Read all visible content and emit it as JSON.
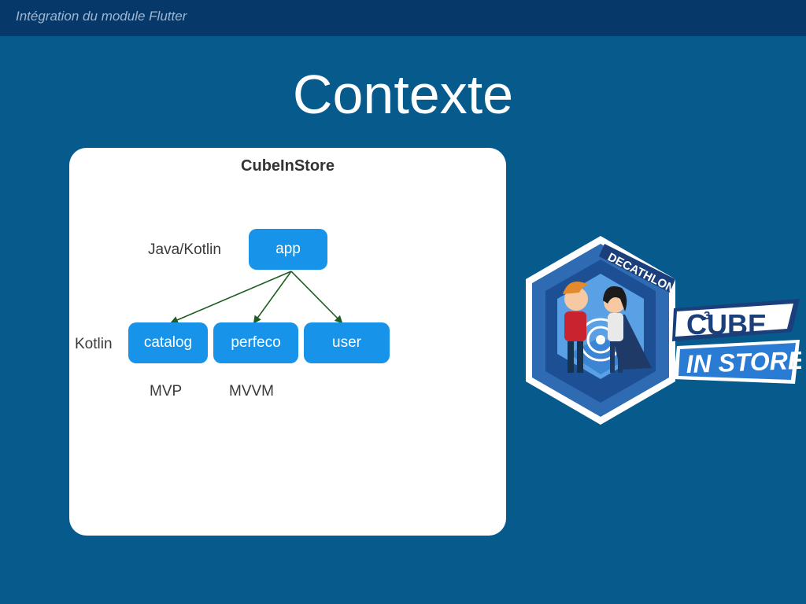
{
  "header": {
    "title": "Intégration du module Flutter"
  },
  "slide": {
    "title": "Contexte"
  },
  "diagram": {
    "title": "CubeInStore",
    "nodes": {
      "app": "app",
      "catalog": "catalog",
      "perfeco": "perfeco",
      "user": "user"
    },
    "labels": {
      "app_language": "Java/Kotlin",
      "modules_language": "Kotlin",
      "catalog_pattern": "MVP",
      "perfeco_pattern": "MVVM"
    }
  },
  "logo": {
    "brand": "DECATHLON",
    "cube": "CUBE",
    "exponent": "3",
    "in_store": "IN STORE"
  }
}
